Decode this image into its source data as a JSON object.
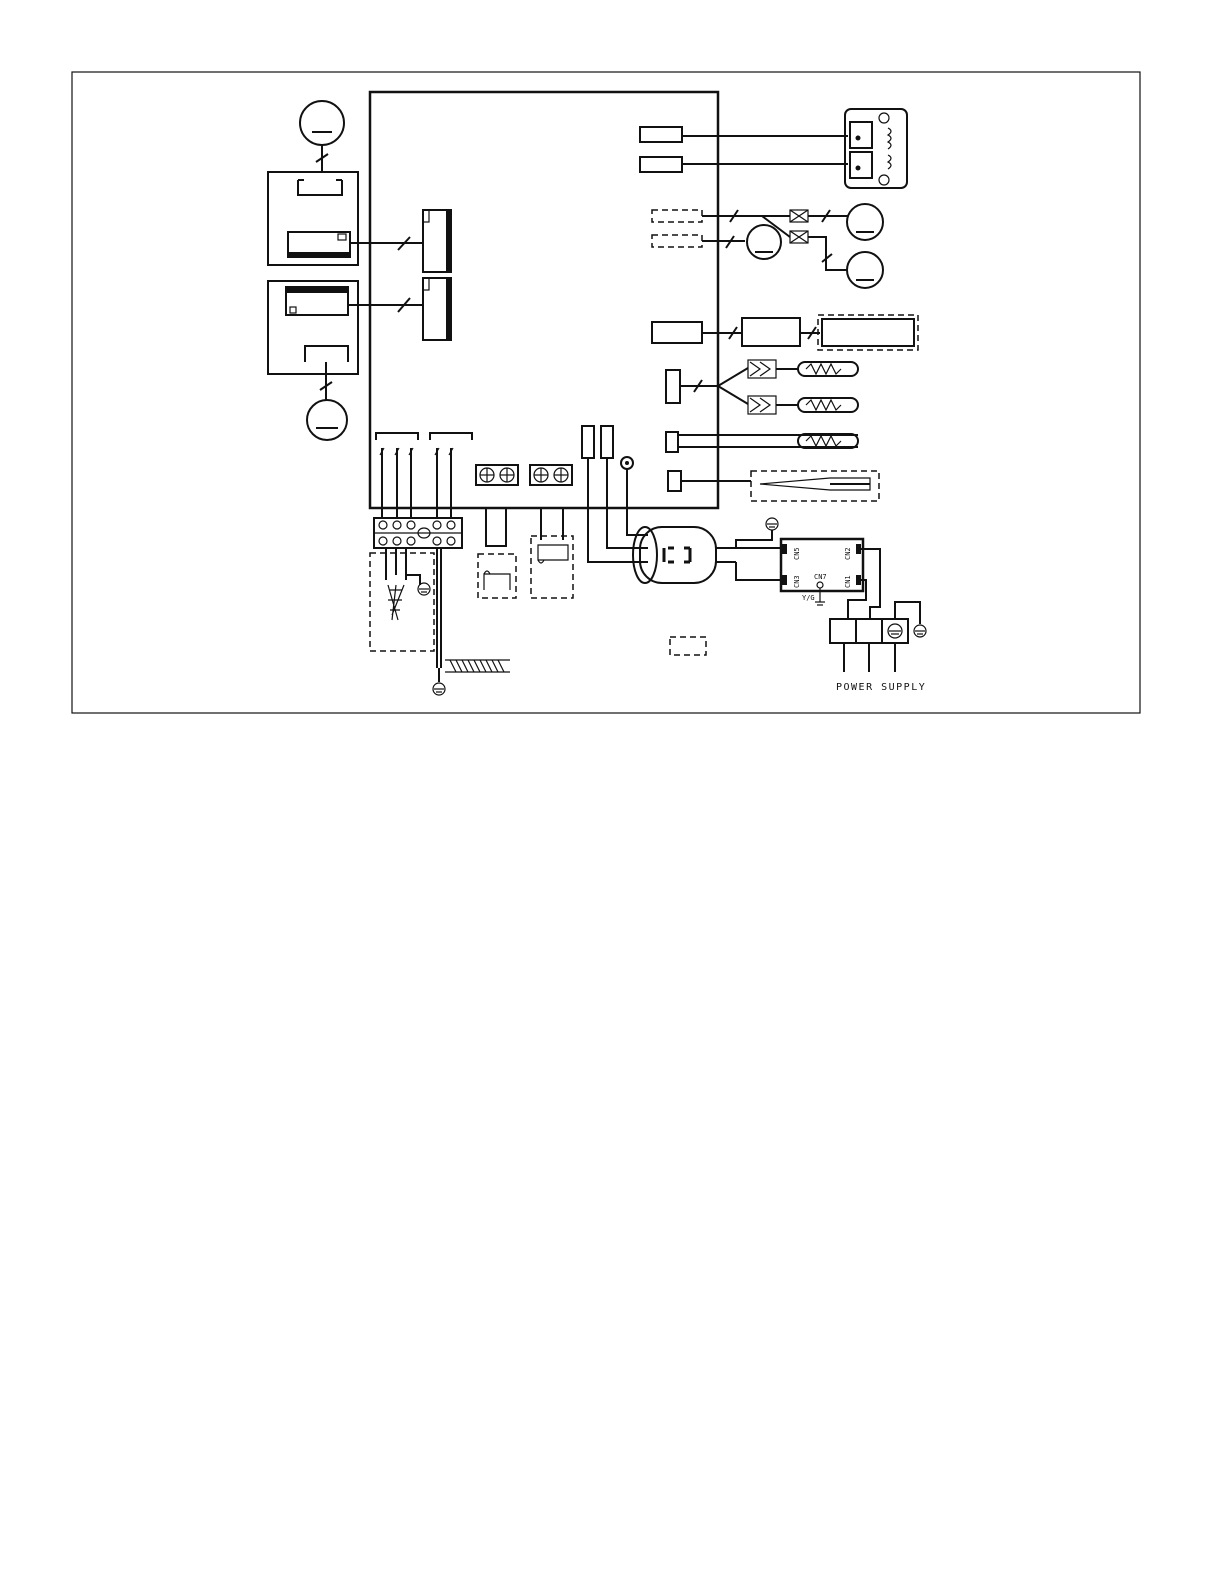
{
  "labels": {
    "cn5": "CN5",
    "cn3": "CN3",
    "cn2": "CN2",
    "cn1": "CN1",
    "cn7": "CN7",
    "yg": "Y/G",
    "power_supply": "POWER SUPPLY"
  }
}
